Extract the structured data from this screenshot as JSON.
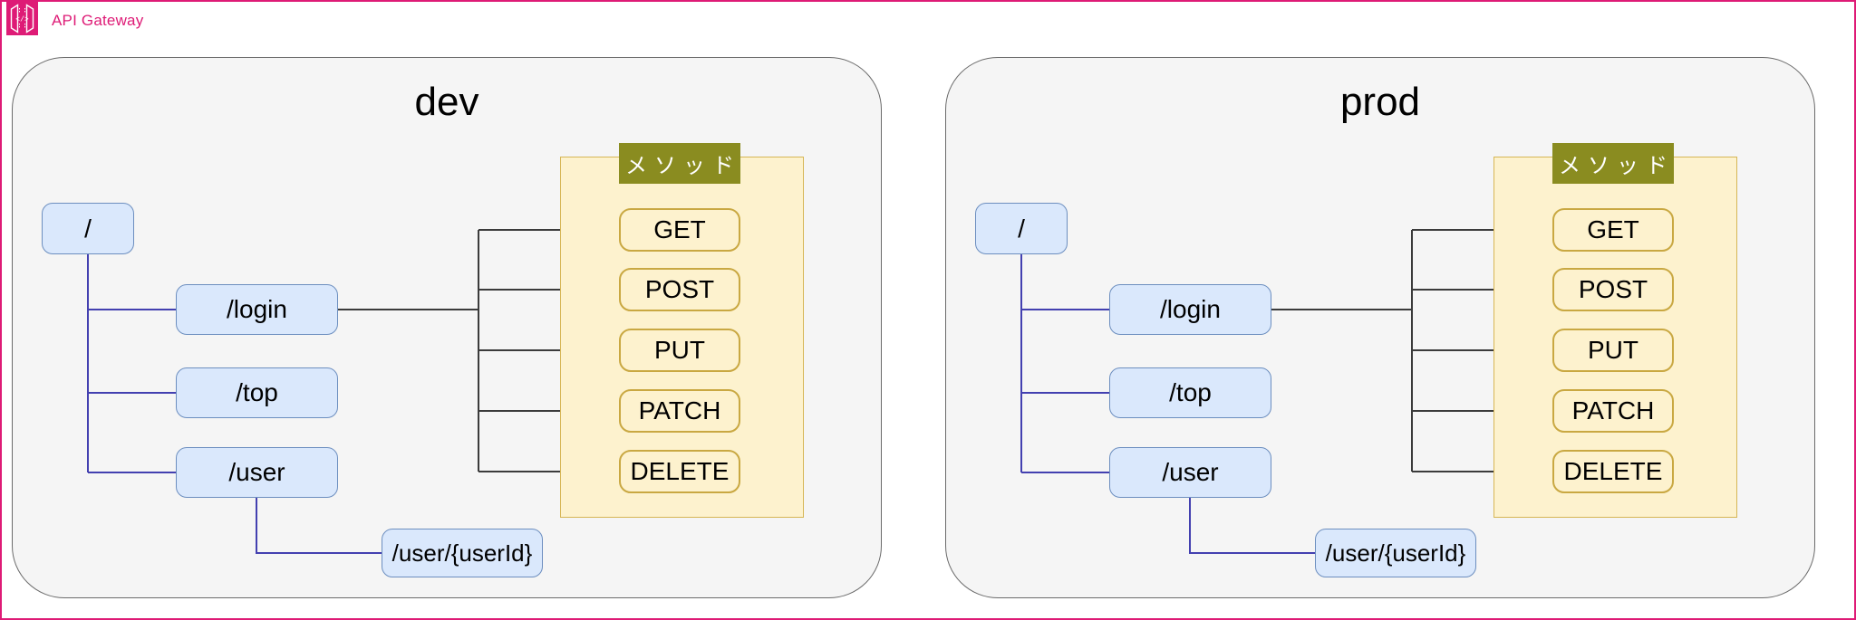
{
  "colors": {
    "accent": "#DE1B76",
    "env-fill": "#F5F5F5",
    "env-stroke": "#6B6B6B",
    "node-fill": "#DAE8FC",
    "node-stroke": "#6C8EBF",
    "tree-line": "#4340B0",
    "connector-line": "#3B3B3B",
    "panel-fill": "#FDF2CE",
    "panel-stroke": "#D6B656",
    "method-stroke": "#C9A842",
    "header-fill": "#8A8C20",
    "header-text": "#FFFFFF"
  },
  "header": {
    "app_title": "API Gateway",
    "icon": "api-gateway-icon"
  },
  "environments": [
    {
      "title": "dev",
      "tree": {
        "root": "/",
        "children": [
          "/login",
          "/top",
          "/user"
        ],
        "grandchild": "/user/{userId}"
      },
      "methods_panel": {
        "header": "メソッド",
        "methods": [
          "GET",
          "POST",
          "PUT",
          "PATCH",
          "DELETE"
        ]
      }
    },
    {
      "title": "prod",
      "tree": {
        "root": "/",
        "children": [
          "/login",
          "/top",
          "/user"
        ],
        "grandchild": "/user/{userId}"
      },
      "methods_panel": {
        "header": "メソッド",
        "methods": [
          "GET",
          "POST",
          "PUT",
          "PATCH",
          "DELETE"
        ]
      }
    }
  ]
}
